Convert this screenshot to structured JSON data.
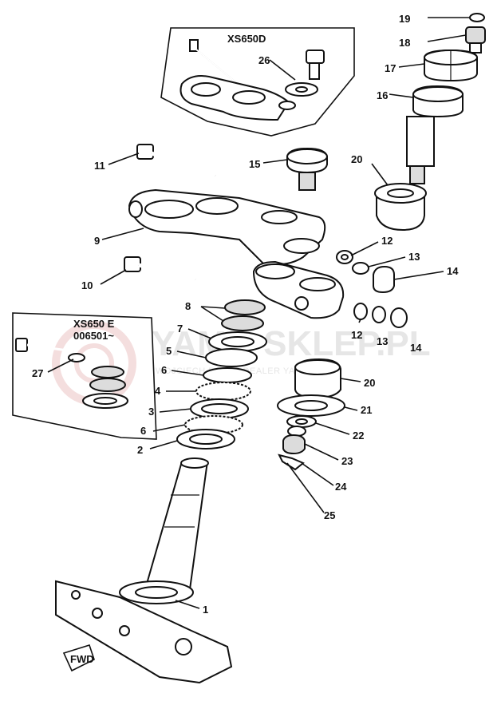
{
  "watermark": {
    "brand": "YAMA-SKLEP.PL",
    "tagline": "WOJCIECH BARCZ DEALER YAMAHA"
  },
  "boxes": {
    "top_variant": "XS650D",
    "left_variant": "XS650 E",
    "left_serial": "006501~"
  },
  "callouts": {
    "p1": "1",
    "p2": "2",
    "p3": "3",
    "p4": "4",
    "p5": "5",
    "p6a": "6",
    "p6b": "6",
    "p7": "7",
    "p8": "8",
    "p9": "9",
    "p10": "10",
    "p11": "11",
    "p12a": "12",
    "p12b": "12",
    "p13a": "13",
    "p13b": "13",
    "p14a": "14",
    "p14b": "14",
    "p15": "15",
    "p16": "16",
    "p17": "17",
    "p18": "18",
    "p19": "19",
    "p20a": "20",
    "p20b": "20",
    "p21": "21",
    "p22": "22",
    "p23": "23",
    "p24": "24",
    "p25": "25",
    "p26": "26",
    "p27": "27"
  },
  "fwd_label": "FWD"
}
